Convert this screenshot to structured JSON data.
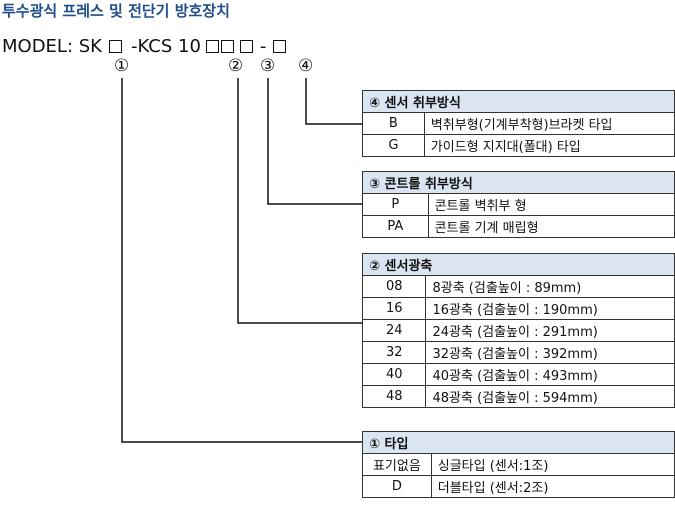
{
  "title": "투수광식 프레스 및 전단기 방호장치",
  "model": {
    "prefix": "MODEL: SK",
    "sep1": "-KCS 10",
    "sep2": "-"
  },
  "markers": [
    "①",
    "②",
    "③",
    "④"
  ],
  "tables": {
    "sensor_mount": {
      "header": "④ 센서 취부방식",
      "rows": [
        {
          "code": "B",
          "desc": "벽취부형(기계부착형)브라켓 타입"
        },
        {
          "code": "G",
          "desc": "가이드형 지지대(폴대) 타입"
        }
      ]
    },
    "control_mount": {
      "header": "③ 콘트롤 취부방식",
      "rows": [
        {
          "code": "P",
          "desc": "콘트롤 벽취부 형"
        },
        {
          "code": "PA",
          "desc": "콘트롤 기계 매립형"
        }
      ]
    },
    "sensor_axes": {
      "header": "② 센서광축",
      "rows": [
        {
          "code": "08",
          "desc": "8광축 (검출높이 : 89mm)"
        },
        {
          "code": "16",
          "desc": "16광축 (검출높이 : 190mm)"
        },
        {
          "code": "24",
          "desc": "24광축 (검출높이 : 291mm)"
        },
        {
          "code": "32",
          "desc": "32광축 (검출높이 : 392mm)"
        },
        {
          "code": "40",
          "desc": "40광축 (검출높이 : 493mm)"
        },
        {
          "code": "48",
          "desc": "48광축 (검출높이 : 594mm)"
        }
      ]
    },
    "type": {
      "header": "① 타입",
      "rows": [
        {
          "code": "표기없음",
          "desc": "싱글타입 (센서:1조)"
        },
        {
          "code": "D",
          "desc": "더블타입 (센서:2조)"
        }
      ]
    }
  },
  "colors": {
    "title": "#1f4e8c",
    "header_bg": "#dbe5f1",
    "line": "#111111"
  }
}
